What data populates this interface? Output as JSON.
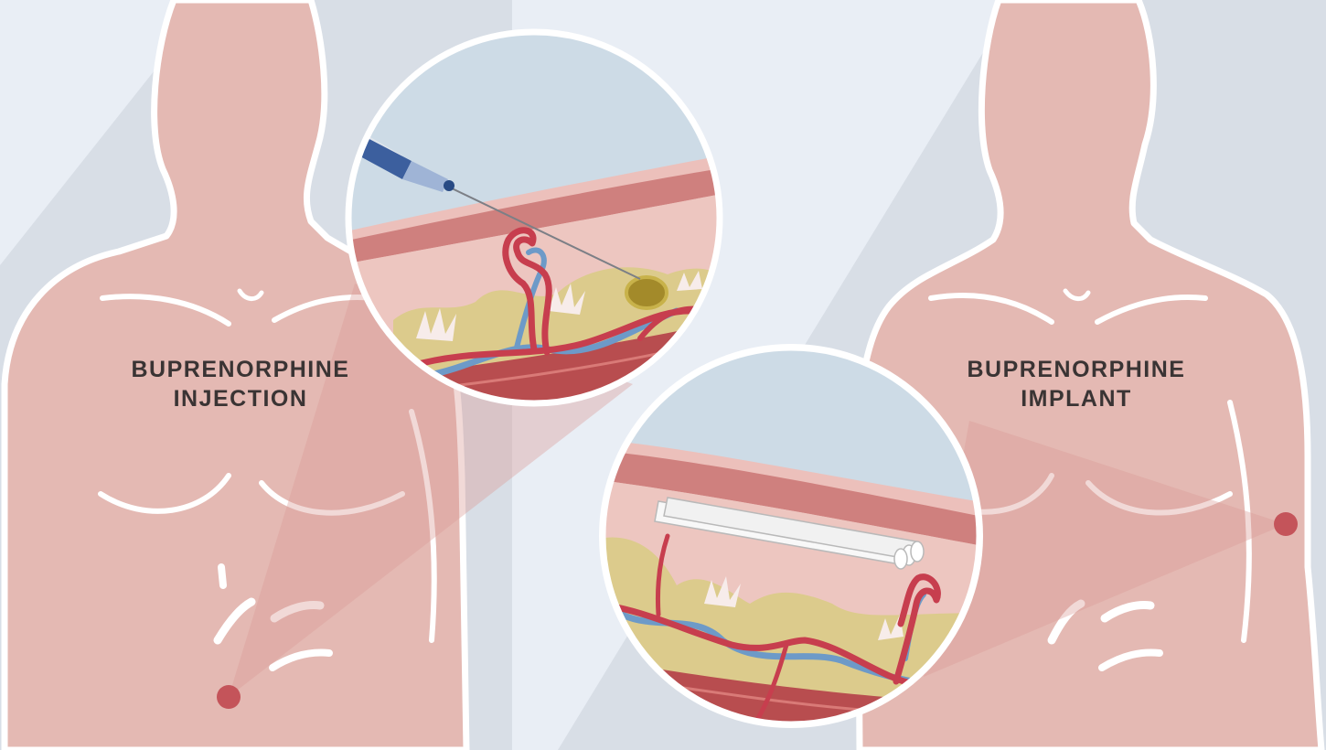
{
  "injection": {
    "title_line1": "BUPRENORPHINE",
    "title_line2": "INJECTION"
  },
  "implant": {
    "title_line1": "BUPRENORPHINE",
    "title_line2": "IMPLANT"
  },
  "colors": {
    "background": "#e9eef5",
    "light_beam": "#d5dbe3",
    "body_skin": "#e4b9b3",
    "body_outline": "#ffffff",
    "callout_beam": "#d99a97",
    "site_marker": "#c4545a",
    "skin_outer": "#ecc0bb",
    "dermis_band": "#cf807e",
    "subcutaneous": "#edc6c0",
    "fat_tissue": "#dccb8c",
    "artery": "#c73e4e",
    "vein": "#6d9ac8",
    "muscle": "#b84d4f",
    "air": "#cddbe6",
    "needle_hub": "#3c5f9e",
    "drug_depot": "#a38a2a",
    "implant_rods": "#f8f8f8",
    "label_text": "#3a3434"
  },
  "icons": [
    "syringe-icon",
    "implant-rods-icon",
    "injection-site-marker",
    "implant-site-marker"
  ]
}
